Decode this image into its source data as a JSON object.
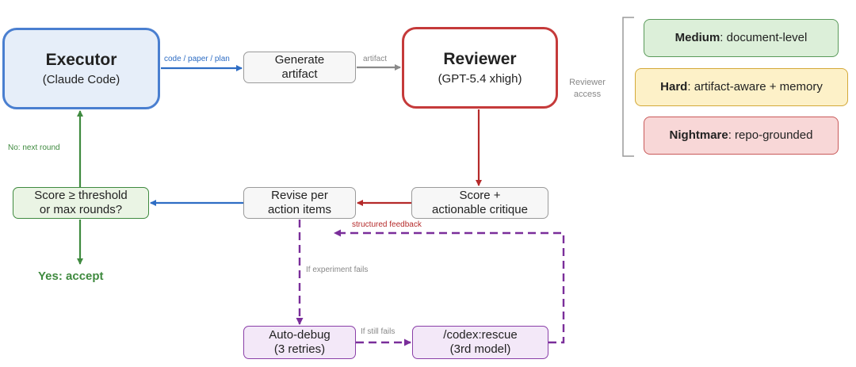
{
  "executor": {
    "title": "Executor",
    "subtitle": "(Claude Code)"
  },
  "reviewer": {
    "title": "Reviewer",
    "subtitle": "(GPT-5.4 xhigh)"
  },
  "generate": {
    "line1": "Generate",
    "line2": "artifact"
  },
  "score": {
    "line1": "Score +",
    "line2": "actionable critique"
  },
  "revise": {
    "line1": "Revise per",
    "line2": "action items"
  },
  "decision": {
    "line1": "Score ≥ threshold",
    "line2": "or max rounds?"
  },
  "autodebug": {
    "line1": "Auto-debug",
    "line2": "(3 retries)"
  },
  "rescue": {
    "line1": "/codex:rescue",
    "line2": "(3rd model)"
  },
  "edge_labels": {
    "code_paper_plan": "code / paper / plan",
    "artifact": "artifact",
    "no_next_round": "No: next round",
    "structured_feedback": "structured feedback",
    "if_experiment_fails": "If experiment fails",
    "if_still_fails": "If still fails",
    "yes_accept": "Yes: accept"
  },
  "reviewer_access": {
    "line1": "Reviewer",
    "line2": "access"
  },
  "tiers": [
    {
      "level": "Medium",
      "desc": ": document-level"
    },
    {
      "level": "Hard",
      "desc": ": artifact-aware + memory"
    },
    {
      "level": "Nightmare",
      "desc": ": repo-grounded"
    }
  ],
  "colors": {
    "blue": "#2e6dc4",
    "red": "#b52a2a",
    "green": "#3f8a3f",
    "gray": "#8a8a8a",
    "purple": "#7a2e9a"
  }
}
